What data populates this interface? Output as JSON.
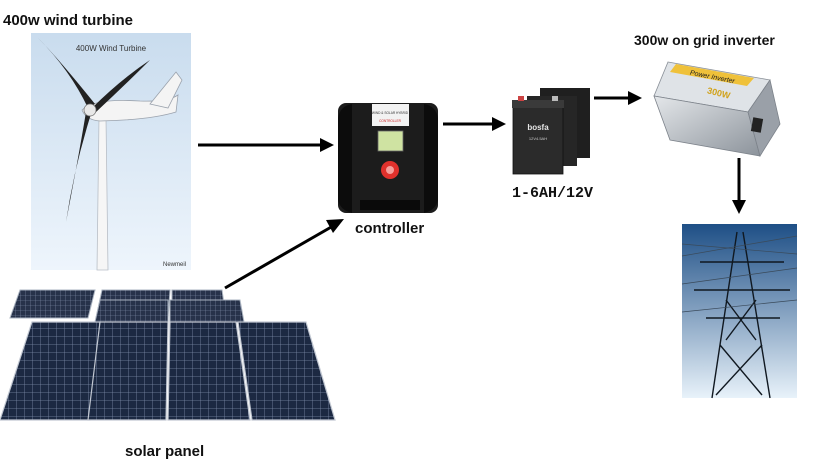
{
  "labels": {
    "turbine": "400w wind turbine",
    "controller": "controller",
    "battery": "1-6AH/12V",
    "inverter": "300w on grid inverter",
    "solar": "solar panel"
  },
  "photo_text": {
    "turbine_caption": "400W Wind Turbine",
    "turbine_brand": "Newmeil",
    "controller_header": "WIND & SOLAR HYBRID",
    "controller_sub": "CONTROLLER",
    "battery_brand": "bosfa",
    "battery_model": "12V4.5AH",
    "inverter_front": "Power Inverter",
    "inverter_rating": "300W"
  },
  "flows": [
    {
      "from": "turbine",
      "to": "controller"
    },
    {
      "from": "solar",
      "to": "controller"
    },
    {
      "from": "controller",
      "to": "battery"
    },
    {
      "from": "battery",
      "to": "inverter"
    },
    {
      "from": "inverter",
      "to": "grid"
    }
  ],
  "colors": {
    "arrow": "#000000",
    "sky_top": "#c9dcee",
    "sky_bottom": "#eef5fc",
    "panel": "#1c2942",
    "panel_cell_line": "#7d8ca8",
    "controller_body": "#1c1c1c",
    "controller_screen": "#cfe3a2",
    "controller_button": "#e0312c",
    "battery_body": "#2b2b2b",
    "inverter_body": "#c7ccd2",
    "grid_sky_top": "#1e4f86",
    "grid_sky_bottom": "#e8f2fa"
  }
}
